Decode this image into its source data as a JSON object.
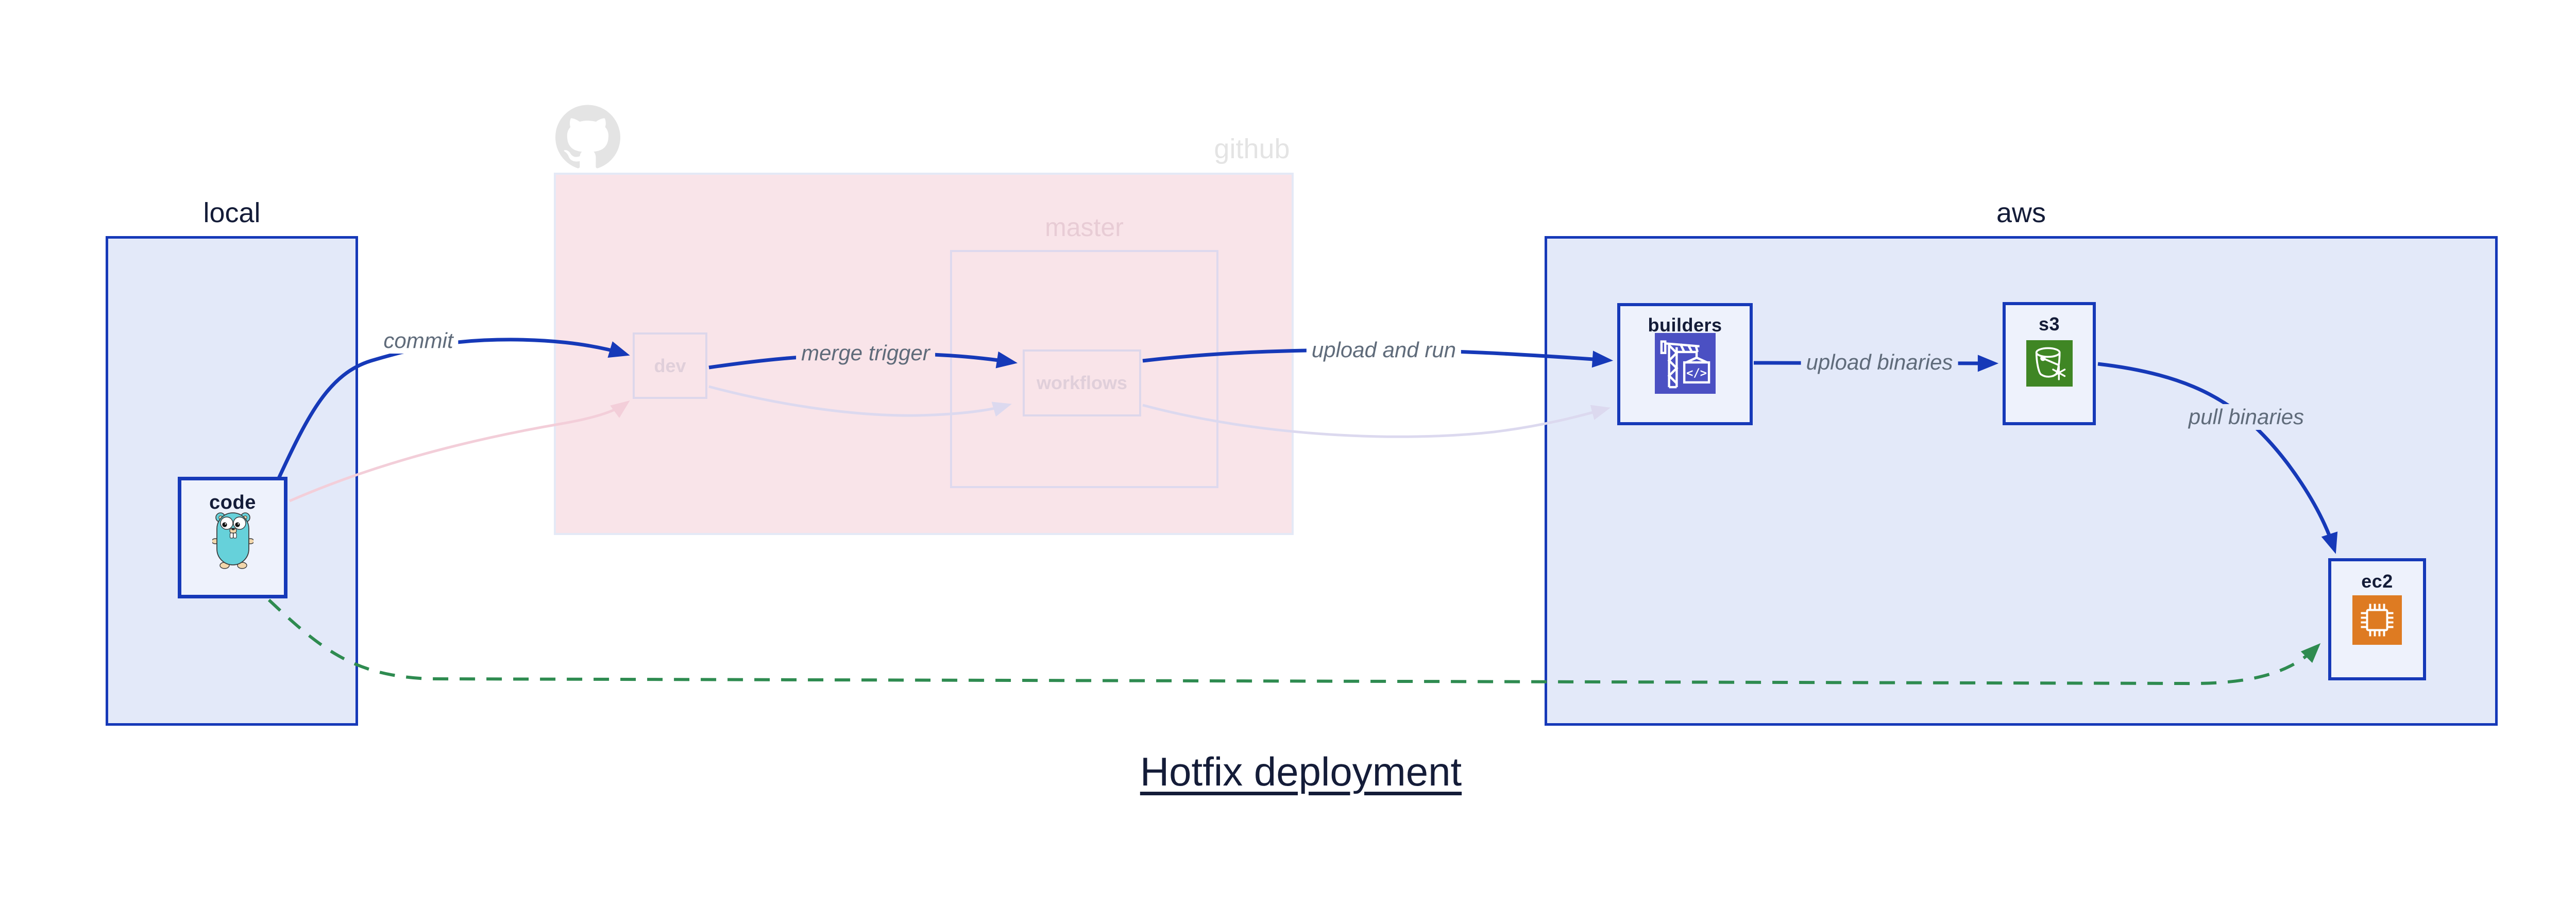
{
  "diagram": {
    "title": "Hotfix deployment",
    "groups": {
      "local": {
        "label": "local"
      },
      "github": {
        "label": "github"
      },
      "master": {
        "label": "master"
      },
      "aws": {
        "label": "aws"
      }
    },
    "nodes": {
      "code": {
        "label": "code",
        "icon": "go-gopher-icon"
      },
      "dev": {
        "label": "dev"
      },
      "workflows": {
        "label": "workflows"
      },
      "builders": {
        "label": "builders",
        "icon": "aws-codebuild-icon"
      },
      "s3": {
        "label": "s3",
        "icon": "aws-s3-glacier-icon"
      },
      "ec2": {
        "label": "ec2",
        "icon": "aws-ec2-icon"
      }
    },
    "edges": {
      "commit": {
        "label": "commit",
        "style": "solid-blue"
      },
      "merge_trigger": {
        "label": "merge trigger",
        "style": "solid-blue"
      },
      "upload_and_run": {
        "label": "upload and run",
        "style": "solid-blue"
      },
      "upload_binaries": {
        "label": "upload binaries",
        "style": "solid-blue"
      },
      "pull_binaries": {
        "label": "pull binaries",
        "style": "solid-blue"
      },
      "code_to_ec2_hotfix": {
        "label": "",
        "style": "dashed-green"
      },
      "code_to_dev_faded": {
        "label": "",
        "style": "faded-pink"
      },
      "dev_to_workflows_faded": {
        "label": "",
        "style": "faded-lavender"
      },
      "workflows_to_builders_faded": {
        "label": "",
        "style": "faded-lavender"
      }
    },
    "colors": {
      "primary_blue": "#1639b8",
      "container_fill": "#e3e9f9",
      "node_fill": "#eef2fc",
      "github_fill": "#f9e4e9",
      "faded_border": "#ded9ee",
      "faded_pink_edge": "#f3ced9",
      "faded_lavender_edge": "#dcd9ef",
      "green_dashed": "#2e8b50",
      "edge_label_gray": "#5f6b7a",
      "github_gray": "#e4e4e4",
      "codebuild_purple": "#4b50c3",
      "s3_green": "#3f8624",
      "ec2_orange": "#de7b22",
      "gopher_teal": "#66d1da",
      "dark_text": "#141c38"
    }
  }
}
